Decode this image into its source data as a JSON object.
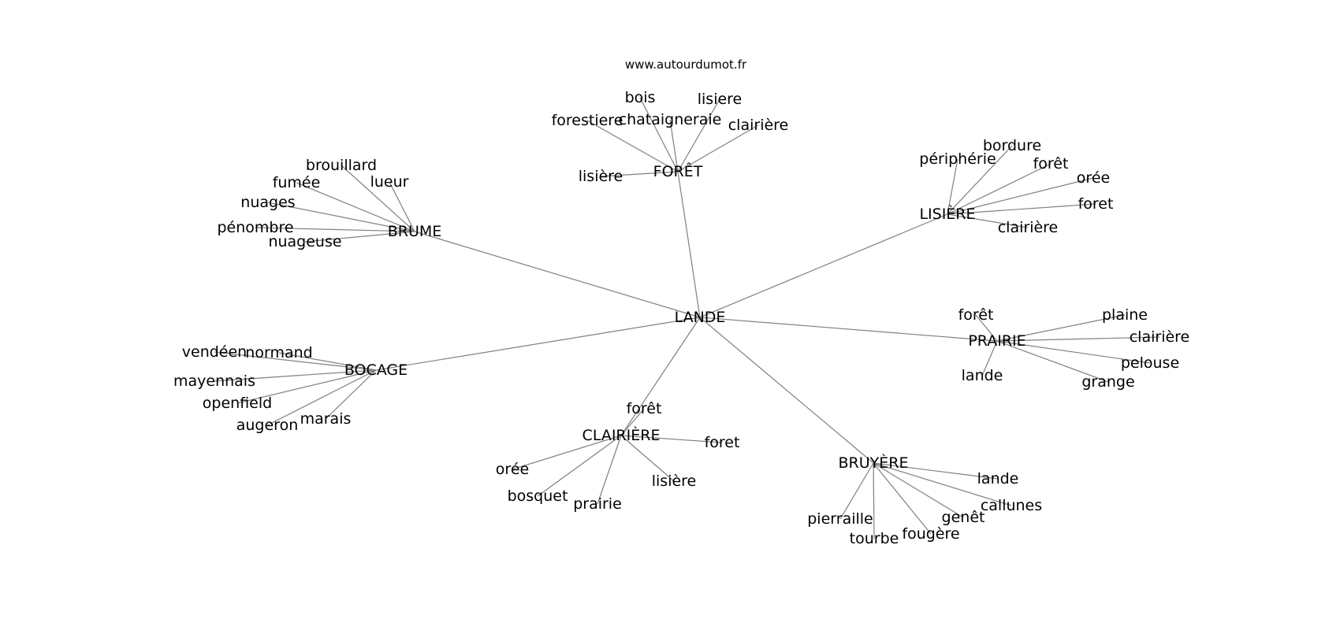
{
  "site": "www.autourdumot.fr",
  "graph": {
    "center": "LANDE",
    "clusters": [
      {
        "name": "FORÊT",
        "words": [
          "bois",
          "lisiere",
          "forestiere",
          "chataigneraie",
          "clairière",
          "lisière"
        ]
      },
      {
        "name": "BRUME",
        "words": [
          "brouillard",
          "fumée",
          "lueur",
          "nuages",
          "pénombre",
          "nuageuse"
        ]
      },
      {
        "name": "LISIÈRE",
        "words": [
          "bordure",
          "périphérie",
          "forêt",
          "orée",
          "foret",
          "clairière"
        ]
      },
      {
        "name": "PRAIRIE",
        "words": [
          "forêt",
          "plaine",
          "clairière",
          "pelouse",
          "lande",
          "grange"
        ]
      },
      {
        "name": "BOCAGE",
        "words": [
          "vendéen",
          "normand",
          "mayennais",
          "openfield",
          "augeron",
          "marais"
        ]
      },
      {
        "name": "CLAIRIÈRE",
        "words": [
          "forêt",
          "foret",
          "orée",
          "lisière",
          "bosquet",
          "prairie"
        ]
      },
      {
        "name": "BRUYÈRE",
        "words": [
          "lande",
          "callunes",
          "genêt",
          "pierraille",
          "fougère",
          "tourbe"
        ]
      }
    ]
  }
}
